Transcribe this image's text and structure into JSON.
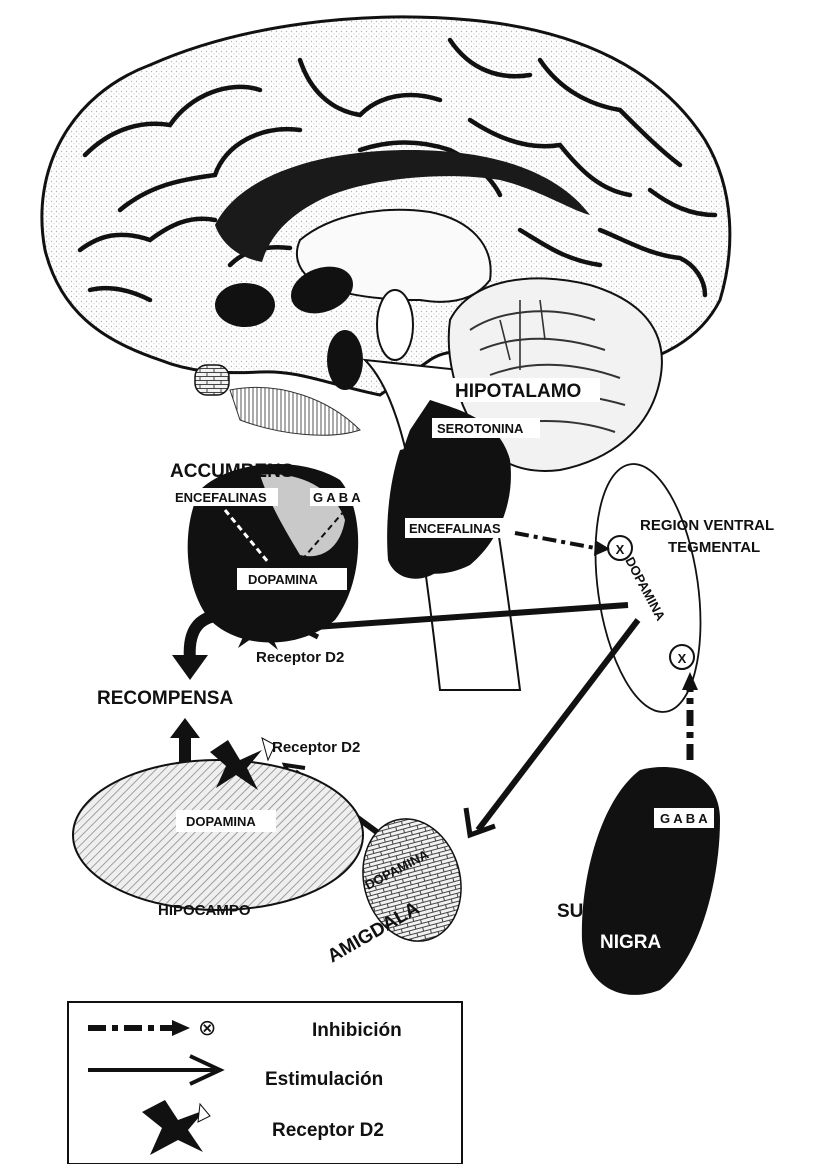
{
  "labels": {
    "accumbens": "ACCUMBENS",
    "encefalinas_accumbens": "ENCEFALINAS",
    "gaba_accumbens": "G A B A",
    "dopamina_accumbens": "DOPAMINA",
    "hipotalamo": "HIPOTALAMO",
    "serotonina": "SEROTONINA",
    "encefalinas_hipotalamo": "ENCEFALINAS",
    "region_ventral_1": "REGION VENTRAL",
    "region_ventral_2": "TEGMENTAL",
    "dopamina_vta": "DOPAMINA",
    "receptor_d2_a": "Receptor D2",
    "recompensa": "RECOMPENSA",
    "receptor_d2_b": "Receptor D2",
    "dopamina_hipocampo": "DOPAMINA",
    "hipocampo": "HIPOCAMPO",
    "dopamina_amigdala": "DOPAMINA",
    "amigdala": "AMIGDALA",
    "gaba_substancia": "G A B A",
    "substancia_1": "SUBSTANCIA",
    "substancia_2": "NIGRA",
    "inhibition_marker": "X"
  },
  "legend": {
    "inhibicion": "Inhibición",
    "estimulacion": "Estimulación",
    "receptor": "Receptor D2",
    "inhibition_symbol": "⊗"
  },
  "colors": {
    "ink": "#111111",
    "paper": "#ffffff",
    "shade": "#d9d9d9",
    "hatch": "#9a9a9a"
  }
}
